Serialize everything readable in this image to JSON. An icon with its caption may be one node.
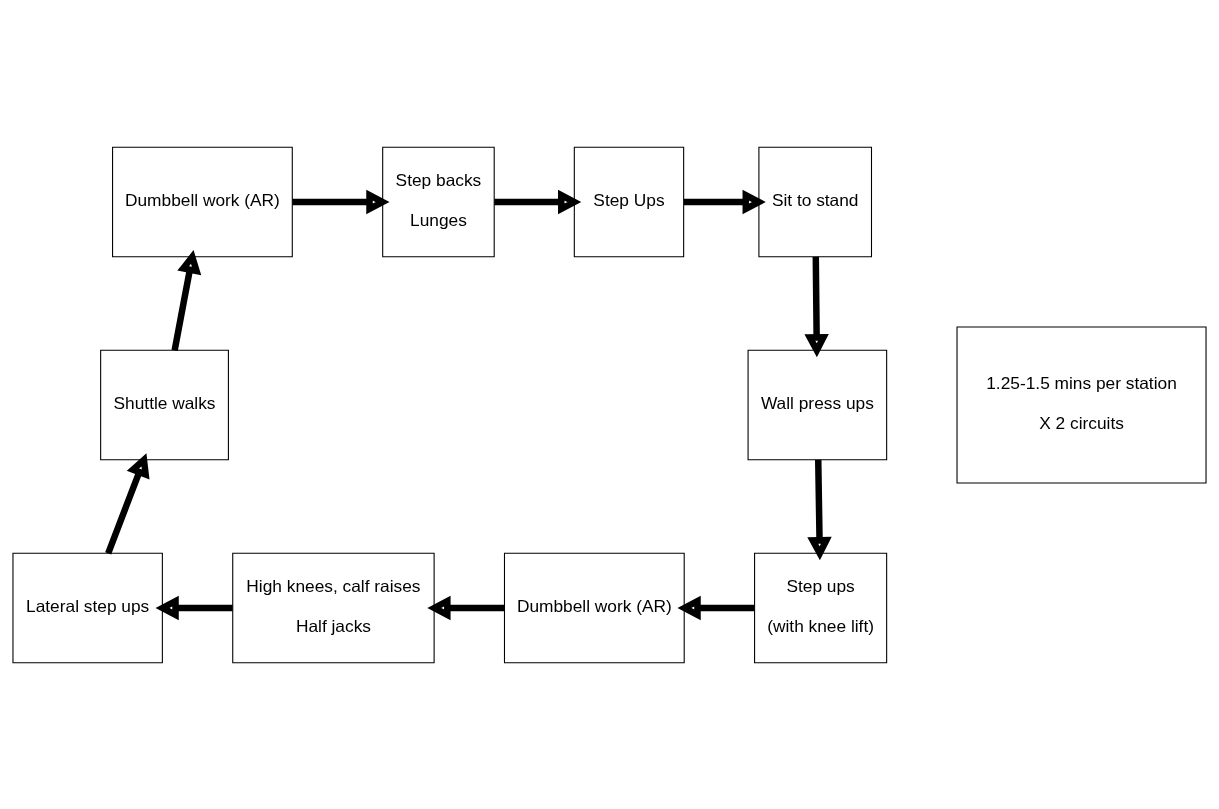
{
  "diagram": {
    "nodes": [
      {
        "text": [
          "Dumbbell work (AR)"
        ]
      },
      {
        "text": [
          "Step backs",
          "Lunges"
        ]
      },
      {
        "text": [
          "Step Ups"
        ]
      },
      {
        "text": [
          "Sit to stand"
        ]
      },
      {
        "text": [
          "Wall press ups"
        ]
      },
      {
        "text": [
          "Step ups",
          "(with knee lift)"
        ]
      },
      {
        "text": [
          "Dumbbell work (AR)"
        ]
      },
      {
        "text": [
          "High knees, calf raises",
          "Half jacks"
        ]
      },
      {
        "text": [
          "Lateral step ups"
        ]
      },
      {
        "text": [
          "Shuttle walks"
        ]
      },
      {
        "text": [
          "1.25-1.5 mins per station",
          "X 2 circuits"
        ]
      }
    ],
    "edges": [
      {
        "from": 0,
        "to": 1,
        "arrow": "to"
      },
      {
        "from": 1,
        "to": 2,
        "arrow": "to"
      },
      {
        "from": 2,
        "to": 3,
        "arrow": "to"
      },
      {
        "from": 3,
        "to": 4,
        "arrow": "to"
      },
      {
        "from": 4,
        "to": 5,
        "arrow": "to"
      },
      {
        "from": 5,
        "to": 6,
        "arrow": "to"
      },
      {
        "from": 6,
        "to": 7,
        "arrow": "to"
      },
      {
        "from": 7,
        "to": 8,
        "arrow": "to"
      },
      {
        "from": 8,
        "to": 9,
        "arrow": "to"
      },
      {
        "from": 9,
        "to": 0,
        "arrow": "to"
      }
    ]
  }
}
